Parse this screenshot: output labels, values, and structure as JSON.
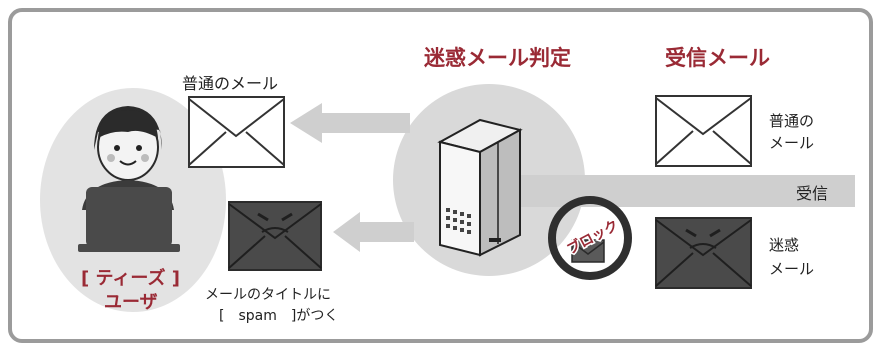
{
  "labels": {
    "spam_judge": "迷惑メール判定",
    "received_mail": "受信メール",
    "normal_mail_left": "普通のメール",
    "normal_mail_right_1": "普通の",
    "normal_mail_right_2": "メール",
    "receive": "受信",
    "spam_right_1": "迷惑",
    "spam_right_2": "メール",
    "user_1": "[ ティーズ ]",
    "user_2": "ユーザ",
    "spam_result_1": "メールのタイトルに",
    "spam_result_2": "[　spam　]がつく",
    "block": "ブロック"
  },
  "colors": {
    "accent_red": "#9a2a35",
    "arrow_gray": "#cfcfcf",
    "circle_gray": "#d9d9d9",
    "dark_gray": "#3d3d3d"
  }
}
